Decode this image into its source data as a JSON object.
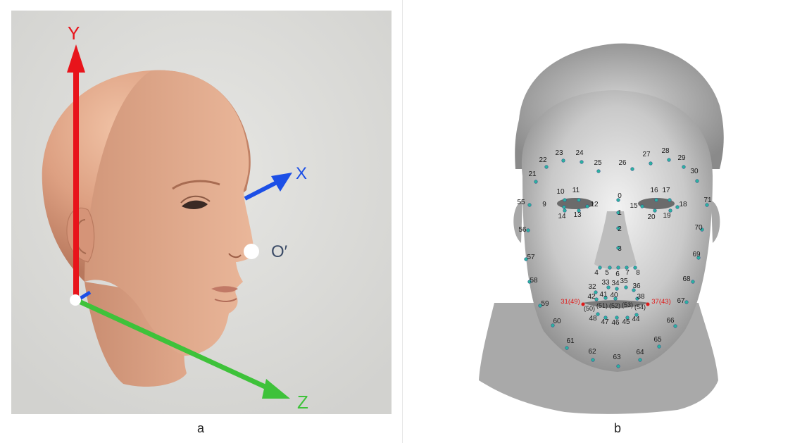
{
  "panel_a": {
    "caption": "a",
    "axes": {
      "y": "Y",
      "x": "X",
      "z": "Z",
      "origin": "O′"
    },
    "colors": {
      "y_axis": "#e8141b",
      "x_axis": "#1c4fe6",
      "z_axis": "#3ec23a",
      "skin": "#e3a889",
      "background": "#dcdcd9"
    }
  },
  "panel_b": {
    "caption": "b",
    "landmarks": [
      "0",
      "1",
      "2",
      "3",
      "4",
      "5",
      "6",
      "7",
      "8",
      "9",
      "10",
      "11",
      "12",
      "13",
      "14",
      "15",
      "16",
      "17",
      "18",
      "19",
      "20",
      "21",
      "22",
      "23",
      "24",
      "25",
      "26",
      "27",
      "28",
      "29",
      "30",
      "32",
      "33",
      "34",
      "35",
      "36",
      "38",
      "40",
      "41",
      "42",
      "44",
      "45",
      "46",
      "47",
      "48",
      "55",
      "56",
      "57",
      "58",
      "59",
      "60",
      "61",
      "62",
      "63",
      "64",
      "65",
      "66",
      "67",
      "68",
      "69",
      "70",
      "71"
    ],
    "hidden_landmarks": [
      "(50)",
      "(51)",
      "(52)",
      "(53)",
      "(54)"
    ],
    "highlight_landmarks": [
      "31(49)",
      "37(43)"
    ],
    "colors": {
      "landmark_text": "#1a1a1a",
      "highlight_text": "#e01818",
      "marker": "#2bb3a0"
    }
  }
}
